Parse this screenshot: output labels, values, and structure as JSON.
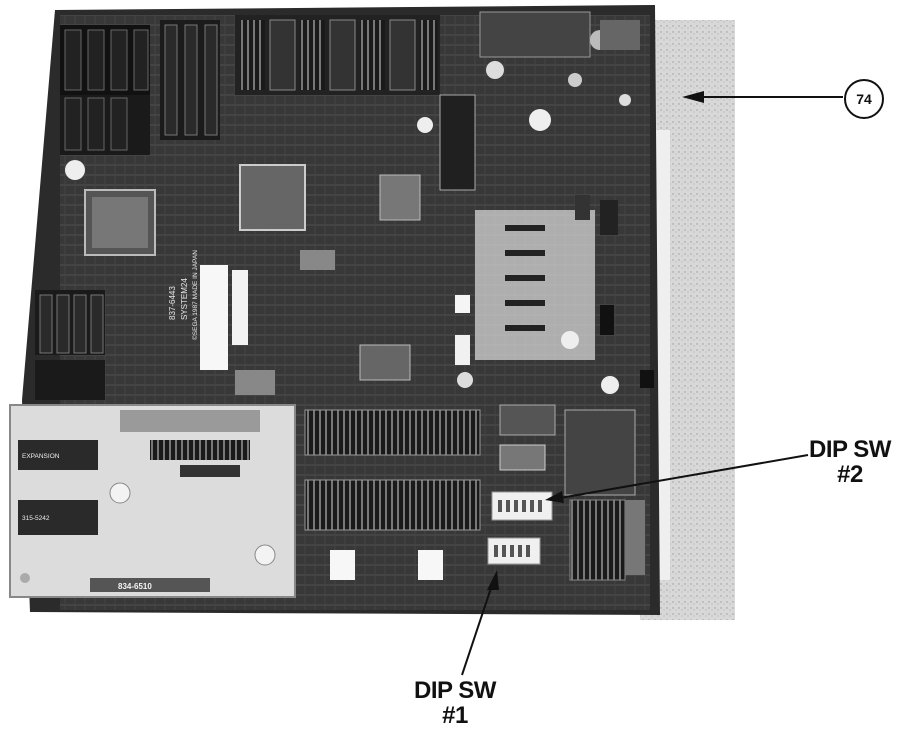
{
  "figure": {
    "reference_number": "74",
    "callouts": [
      {
        "id": "dip-sw-2",
        "line1": "DIP SW",
        "line2": "#2"
      },
      {
        "id": "dip-sw-1",
        "line1": "DIP SW",
        "line2": "#1"
      }
    ],
    "board_print": {
      "part_number": "837-6443",
      "system_label": "SYSTEM24",
      "copyright": "©SEGA 1987 MADE IN JAPAN",
      "daughter_part": "834-6510",
      "chip_label_1": "EXPANSION",
      "chip_label_2": "315-5242"
    }
  }
}
